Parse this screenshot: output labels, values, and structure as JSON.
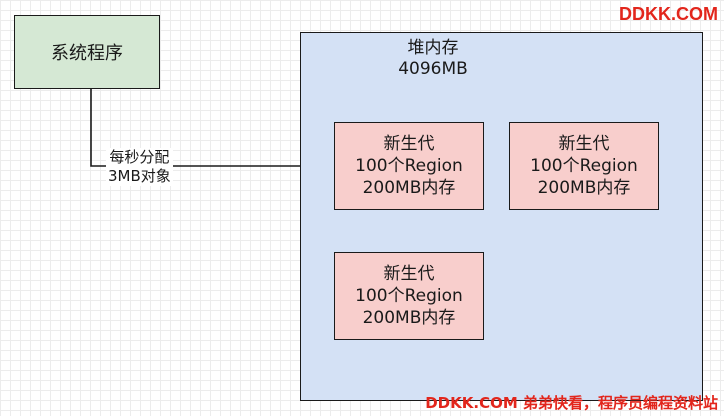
{
  "diagram": {
    "system_box": {
      "label": "系统程序"
    },
    "heap": {
      "title": "堆内存",
      "size": "4096MB",
      "regions": [
        {
          "line1": "新生代",
          "line2": "100个Region",
          "line3": "200MB内存"
        },
        {
          "line1": "新生代",
          "line2": "100个Region",
          "line3": "200MB内存"
        },
        {
          "line1": "新生代",
          "line2": "100个Region",
          "line3": "200MB内存"
        }
      ]
    },
    "edge": {
      "label_line1": "每秒分配",
      "label_line2": "3MB对象"
    }
  },
  "watermark": {
    "top": "DDKK.COM",
    "bottom": "DDKK.COM 弟弟快看，程序员编程资料站"
  },
  "colors": {
    "system_fill": "#d5e8d4",
    "heap_fill": "#d4e1f5",
    "region_fill": "#f8cecc",
    "watermark": "#e2261c"
  }
}
